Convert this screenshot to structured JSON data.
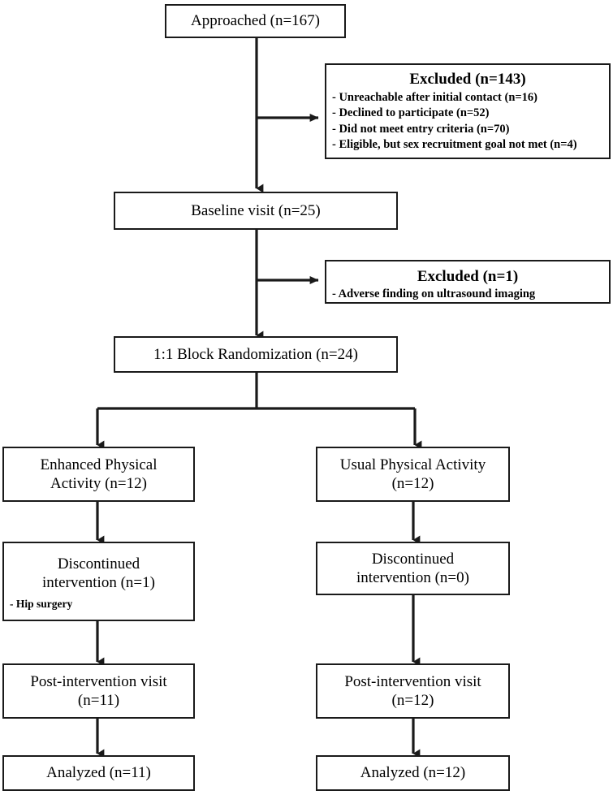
{
  "diagram": {
    "type": "consort-flow-diagram",
    "line_color": "#1a1a1a",
    "background": "#ffffff",
    "nodes": {
      "approached": {
        "label": "Approached (n=167)"
      },
      "excluded_screening": {
        "label": "Excluded (n=143)",
        "bullets": [
          "- Unreachable after initial contact (n=16)",
          "- Declined to participate (n=52)",
          "- Did not meet entry criteria (n=70)",
          "- Eligible, but sex recruitment goal not met (n=4)"
        ]
      },
      "baseline_visit": {
        "label": "Baseline visit (n=25)"
      },
      "excluded_baseline": {
        "label": "Excluded (n=1)",
        "bullets": [
          "- Adverse finding on ultrasound imaging"
        ]
      },
      "randomization": {
        "label": "1:1 Block Randomization (n=24)"
      },
      "arm_enhanced": {
        "label": "Enhanced Physical\nActivity (n=12)"
      },
      "arm_usual": {
        "label": "Usual Physical Activity\n(n=12)"
      },
      "disc_enhanced": {
        "label": "Discontinued\nintervention (n=1)",
        "bullets": [
          "- Hip surgery"
        ]
      },
      "disc_usual": {
        "label": "Discontinued\nintervention (n=0)",
        "bullets": []
      },
      "post_enhanced": {
        "label": "Post-intervention visit\n(n=11)"
      },
      "post_usual": {
        "label": "Post-intervention visit\n(n=12)"
      },
      "analyzed_enhanced": {
        "label": "Analyzed (n=11)"
      },
      "analyzed_usual": {
        "label": "Analyzed (n=12)"
      }
    }
  }
}
